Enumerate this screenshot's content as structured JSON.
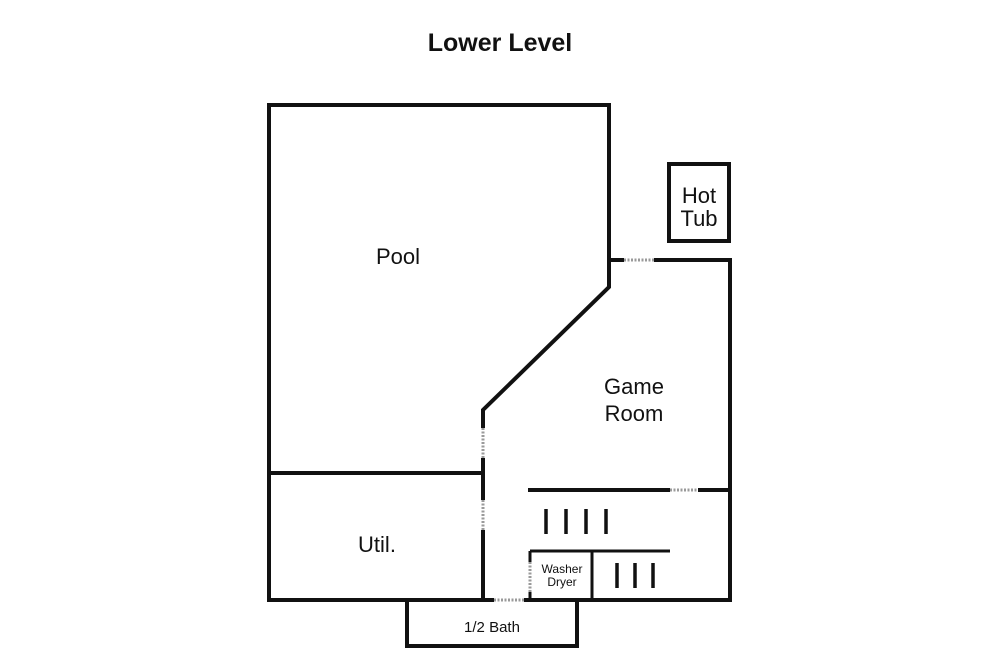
{
  "title": "Lower Level",
  "rooms": {
    "pool": "Pool",
    "hot_tub_line1": "Hot",
    "hot_tub_line2": "Tub",
    "game_room_line1": "Game",
    "game_room_line2": "Room",
    "utility": "Util.",
    "washer": "Washer",
    "dryer": "Dryer",
    "half_bath": "1/2 Bath"
  },
  "colors": {
    "wall": "#111111",
    "door": "#9a9a9a",
    "background": "#ffffff"
  }
}
